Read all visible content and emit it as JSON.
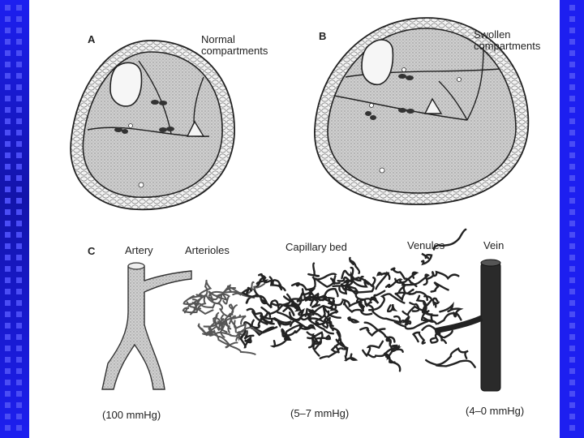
{
  "panel_a": {
    "letter": "A",
    "caption_line1": "Normal",
    "caption_line2": "compartments"
  },
  "panel_b": {
    "letter": "B",
    "caption_line1": "Swollen",
    "caption_line2": "compartments"
  },
  "panel_c": {
    "letter": "C",
    "labels": {
      "artery": "Artery",
      "arterioles": "Arterioles",
      "capillary_bed": "Capillary bed",
      "venules": "Venules",
      "vein": "Vein"
    },
    "pressures": {
      "artery": "(100 mmHg)",
      "capillary": "(5–7 mmHg)",
      "vein": "(4–0 mmHg)"
    }
  },
  "colors": {
    "side_bar": "#1d1ff0",
    "side_square": "#4a4cf5",
    "tissue_fill": "#c9c9c9",
    "vein_fill": "#2a2a2a"
  }
}
